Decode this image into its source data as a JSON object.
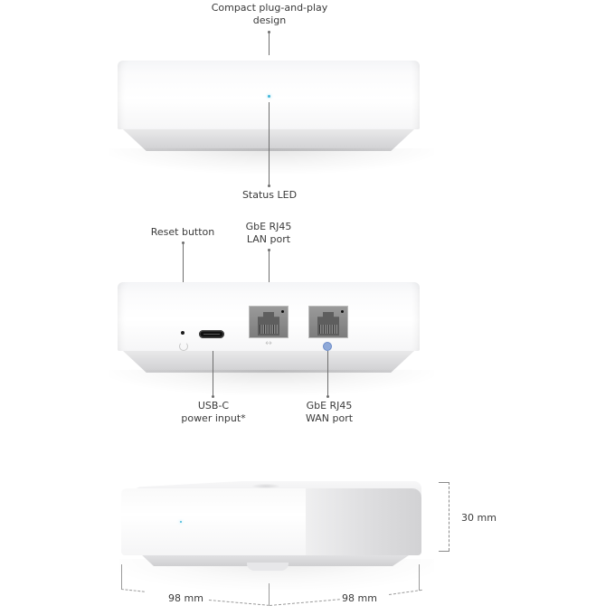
{
  "callouts": {
    "design": {
      "line1": "Compact plug-and-play",
      "line2": "design"
    },
    "status_led": "Status LED",
    "reset_button": "Reset button",
    "lan_port": {
      "line1": "GbE RJ45",
      "line2": "LAN port"
    },
    "usbc": {
      "line1": "USB-C",
      "line2": "power input*"
    },
    "wan_port": {
      "line1": "GbE RJ45",
      "line2": "WAN port"
    }
  },
  "port_icons": {
    "lan": "↔",
    "reset": "reset-icon",
    "wan": "globe-icon"
  },
  "dimensions": {
    "height": "30 mm",
    "width": "98 mm",
    "depth": "98 mm"
  },
  "colors": {
    "status_led": "#3fb6d9",
    "wan_indicator": "#8fa9d8",
    "device_body": "#ffffff",
    "label_text": "#3a3a3a"
  }
}
